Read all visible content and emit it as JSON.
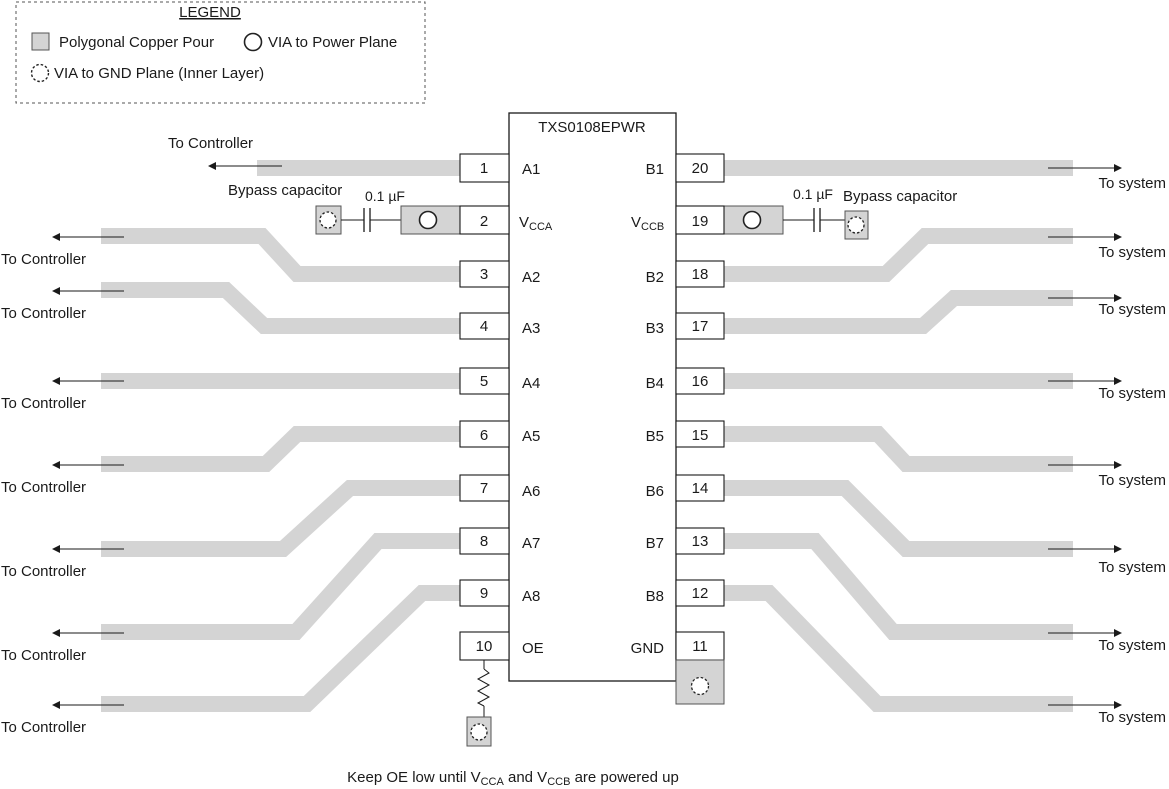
{
  "legend": {
    "title": "LEGEND",
    "items": [
      "Polygonal Copper Pour",
      "VIA to Power Plane",
      "VIA to GND Plane (Inner Layer)"
    ]
  },
  "chip": {
    "name": "TXS0108EPWR"
  },
  "left_pins": [
    {
      "num": "1",
      "name": "A1"
    },
    {
      "num": "2",
      "name": "V",
      "sub": "CCA"
    },
    {
      "num": "3",
      "name": "A2"
    },
    {
      "num": "4",
      "name": "A3"
    },
    {
      "num": "5",
      "name": "A4"
    },
    {
      "num": "6",
      "name": "A5"
    },
    {
      "num": "7",
      "name": "A6"
    },
    {
      "num": "8",
      "name": "A7"
    },
    {
      "num": "9",
      "name": "A8"
    },
    {
      "num": "10",
      "name": "OE"
    }
  ],
  "right_pins": [
    {
      "num": "20",
      "name": "B1"
    },
    {
      "num": "19",
      "name": "V",
      "sub": "CCB"
    },
    {
      "num": "18",
      "name": "B2"
    },
    {
      "num": "17",
      "name": "B3"
    },
    {
      "num": "16",
      "name": "B4"
    },
    {
      "num": "15",
      "name": "B5"
    },
    {
      "num": "14",
      "name": "B6"
    },
    {
      "num": "13",
      "name": "B7"
    },
    {
      "num": "12",
      "name": "B8"
    },
    {
      "num": "11",
      "name": "GND"
    }
  ],
  "labels": {
    "to_controller": "To Controller",
    "to_system": "To system",
    "bypass_capacitor": "Bypass capacitor",
    "cap_value": "0.1 µF"
  },
  "note": {
    "p1": "Keep OE low until V",
    "s1": "CCA",
    "p2": " and V",
    "s2": "CCB",
    "p3": " are powered up"
  },
  "colors": {
    "copper": "#d4d4d4",
    "copper_border": "#555555",
    "line": "#1a1a1a"
  }
}
